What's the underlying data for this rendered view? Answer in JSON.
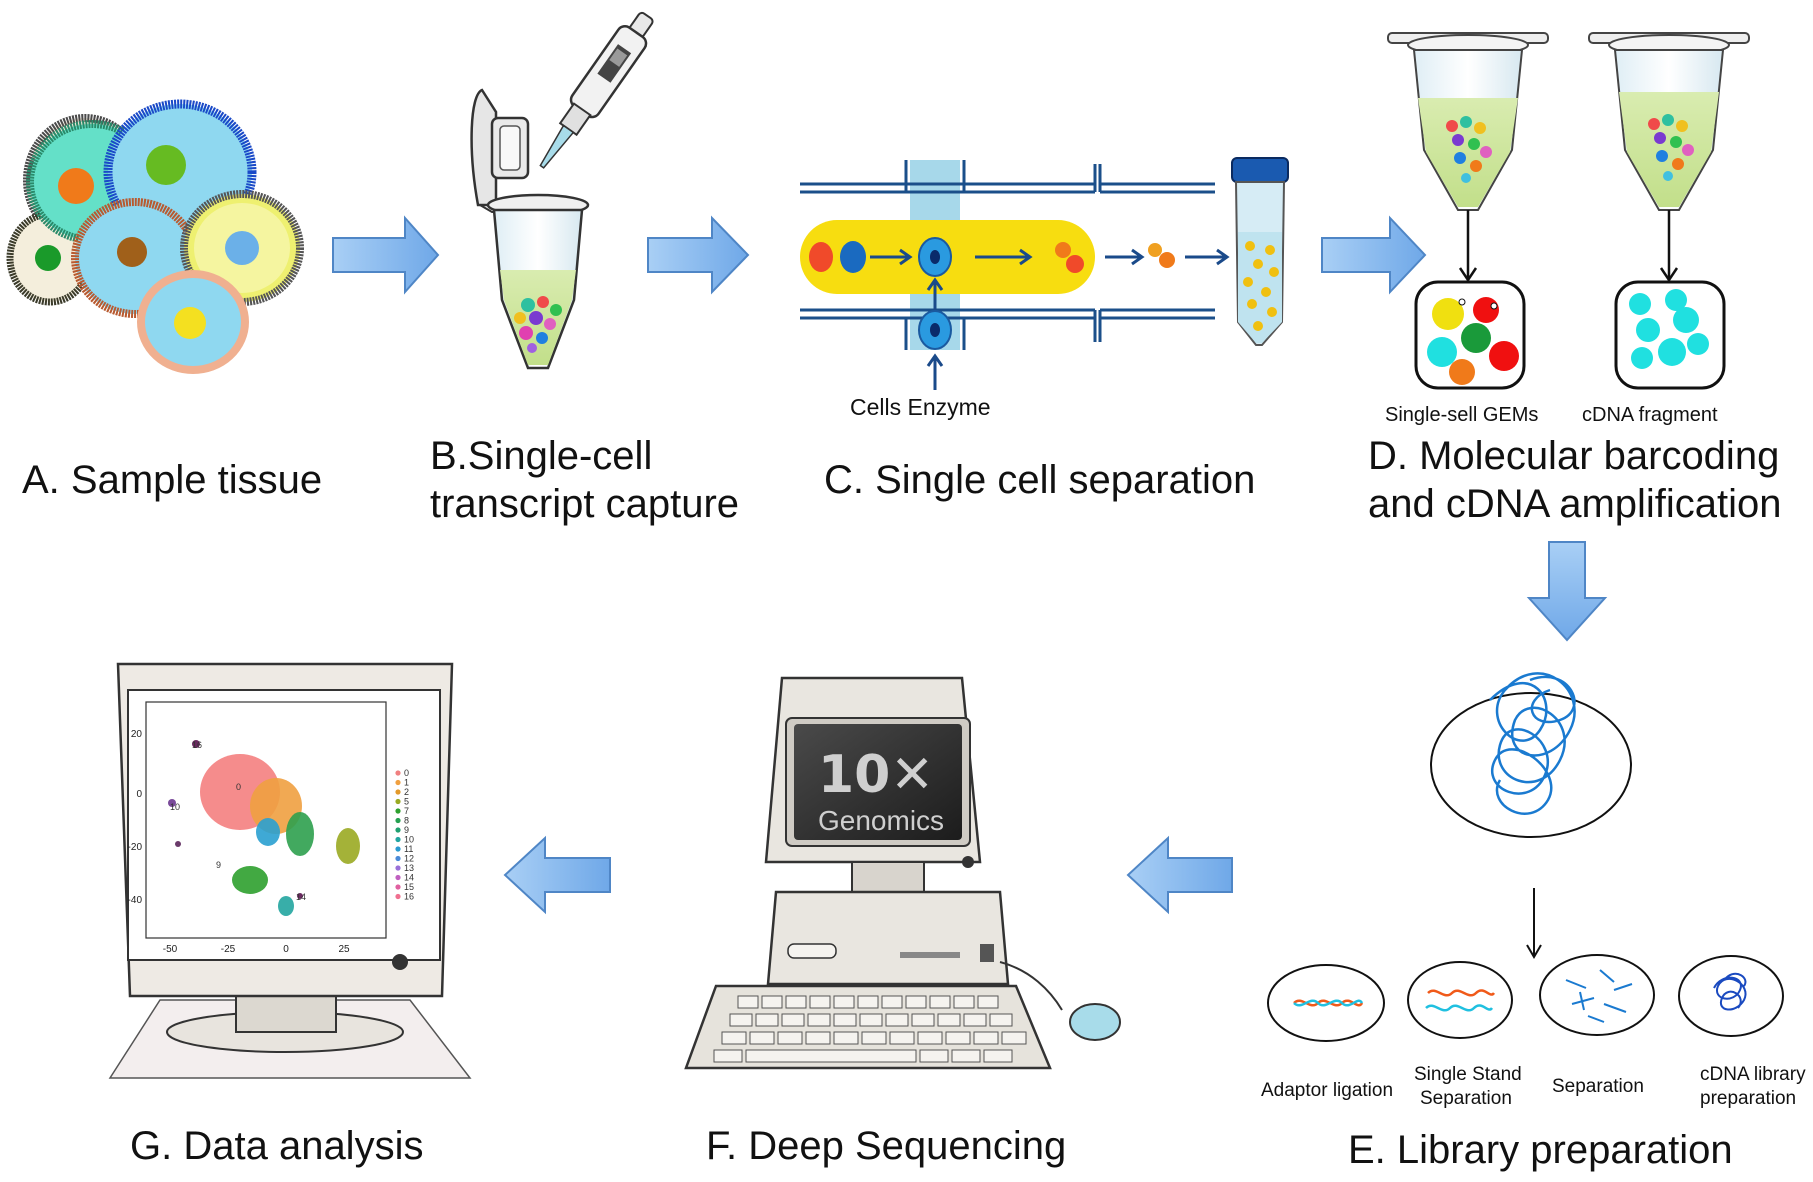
{
  "steps": {
    "a": "A. Sample tissue",
    "b_line1": "B.Single-cell",
    "b_line2": "transcript capture",
    "c": "C. Single cell separation",
    "d_line1": "D. Molecular barcoding",
    "d_line2": "and cDNA amplification",
    "e": "E. Library preparation",
    "f": "F. Deep Sequencing",
    "g": "G. Data analysis"
  },
  "annotations": {
    "cells_enzyme": "Cells Enzyme",
    "gems": "Single-sell GEMs",
    "cdna_fragment": "cDNA fragment",
    "adaptor_ligation": "Adaptor ligation",
    "single_stand_line1": "Single Stand",
    "single_stand_line2": "Separation",
    "separation": "Separation",
    "cdna_library_line1": "cDNA library",
    "cdna_library_line2": "preparation"
  },
  "sequencer_screen": {
    "brand_line1": "10✕",
    "brand_line2": "Genomics"
  },
  "analysis_plot": {
    "y_ticks": [
      "20",
      "0",
      "-20",
      "-40"
    ],
    "x_ticks": [
      "-50",
      "-25",
      "0",
      "25"
    ],
    "legend": [
      "0",
      "1",
      "2",
      "5",
      "7",
      "8",
      "9",
      "10",
      "11",
      "12",
      "13",
      "14",
      "15",
      "16"
    ],
    "legend_colors": [
      "#f08080",
      "#f0a040",
      "#e39a2a",
      "#9aaa22",
      "#2ea02e",
      "#26a050",
      "#20a070",
      "#22a5a0",
      "#2a9ad0",
      "#4a8ad8",
      "#9a70d8",
      "#c060c0",
      "#e060a0",
      "#f07090"
    ],
    "cluster_labels": [
      "0",
      "9",
      "10",
      "14",
      "16"
    ]
  },
  "colors": {
    "arrow_fill": "#84b8ee",
    "arrow_stroke": "#4f86c6",
    "channel_yellow": "#f7dd10",
    "channel_blue": "#a7d8ea",
    "monitor_beige": "#eeeae4"
  }
}
